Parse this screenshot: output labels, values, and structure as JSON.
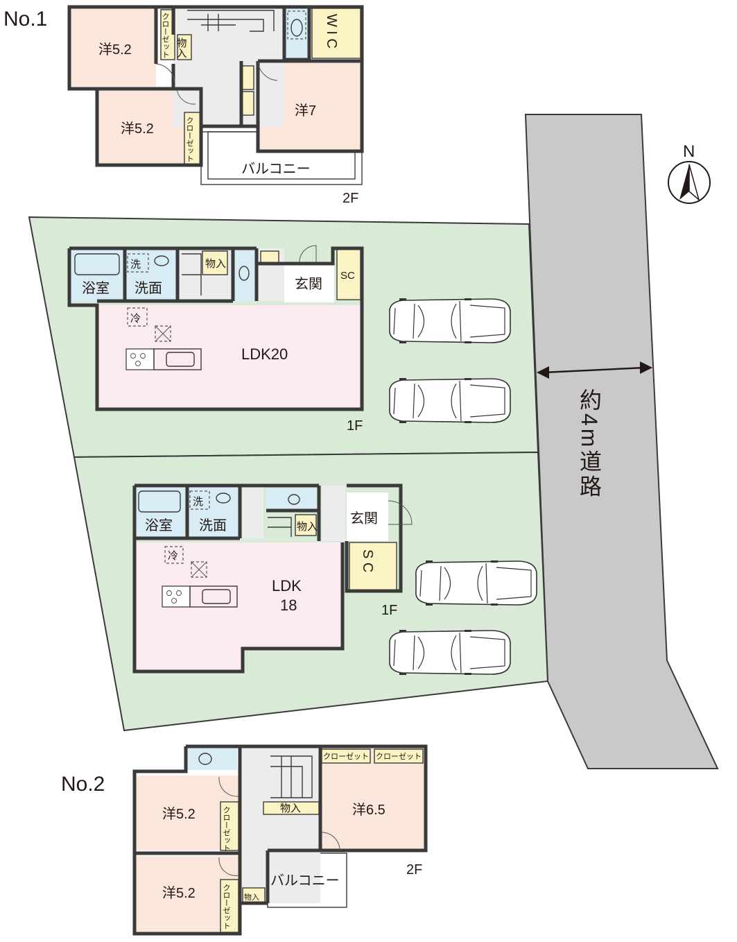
{
  "houses": [
    {
      "label": "No.1",
      "first_floor": {
        "floor": "1F",
        "rooms": {
          "bath": "浴室",
          "washroom": "洗面",
          "washer": "洗",
          "fridge": "冷",
          "storage": "物入",
          "entrance": "玄関",
          "shoe_closet": "SC",
          "ldk": "LDK20"
        }
      },
      "second_floor": {
        "floor": "2F",
        "rooms": {
          "western_a": "洋5.2",
          "western_b": "洋5.2",
          "western_c": "洋7",
          "closet_a": "クローゼット",
          "closet_b": "クローゼット",
          "storage": "物入",
          "wic": "W I C",
          "balcony": "バルコニー"
        }
      }
    },
    {
      "label": "No.2",
      "first_floor": {
        "floor": "1F",
        "rooms": {
          "bath": "浴室",
          "washroom": "洗面",
          "washer": "洗",
          "fridge": "冷",
          "storage": "物入",
          "entrance": "玄関",
          "shoe_closet": "S C",
          "ldk_line1": "LDK",
          "ldk_line2": "18"
        }
      },
      "second_floor": {
        "floor": "2F",
        "rooms": {
          "western_a": "洋5.2",
          "western_b": "洋5.2",
          "western_c": "洋6.5",
          "closet_a": "クローゼット",
          "closet_b": "クローゼット",
          "closet_c": "クローゼット",
          "closet_d": "クローゼット",
          "storage_a": "物入",
          "storage_b": "物入",
          "balcony": "バルコニー"
        }
      }
    }
  ],
  "road": {
    "label": "約4m道路"
  },
  "compass": {
    "label": "N"
  },
  "colors": {
    "lot": "#d9ead7",
    "road": "#c9c9ca",
    "bedroom": "#fbe6dc",
    "ldk": "#fbeaf0",
    "wet_area": "#d8ecf5",
    "closet": "#fbf3c4"
  }
}
